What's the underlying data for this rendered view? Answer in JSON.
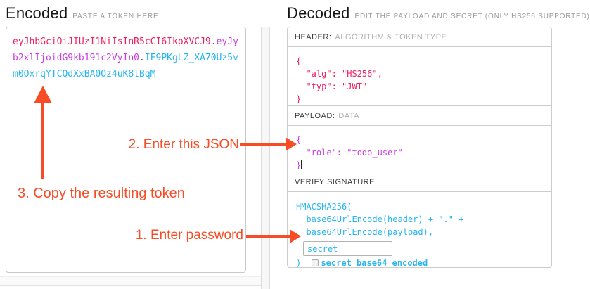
{
  "encoded": {
    "title": "Encoded",
    "subtitle": "PASTE A TOKEN HERE",
    "token": {
      "header_part": "eyJhbGciOiJIUzI1NiIsInR5cCI6IkpXVCJ9",
      "dot1": ".",
      "payload_part": "eyJyb2xlIjoidG9kb191c2VyIn0",
      "dot2": ".",
      "signature_part": "IF9PKgLZ_XA70Uz5vm0OxrqYTCQdXxBA0Oz4uK8lBqM"
    }
  },
  "decoded": {
    "title": "Decoded",
    "subtitle": "EDIT THE PAYLOAD AND SECRET (ONLY HS256 SUPPORTED)",
    "sections": {
      "header": {
        "label": "HEADER:",
        "sublabel": "ALGORITHM & TOKEN TYPE",
        "code_lines": [
          "{",
          "  \"alg\": \"HS256\",",
          "  \"typ\": \"JWT\"",
          "}"
        ]
      },
      "payload": {
        "label": "PAYLOAD:",
        "sublabel": "DATA",
        "code_lines": [
          "{",
          "  \"role\": \"todo_user\"",
          "}"
        ]
      },
      "signature": {
        "label": "VERIFY SIGNATURE",
        "code_lines": [
          "HMACSHA256(",
          "  base64UrlEncode(header) + \".\" +",
          "  base64UrlEncode(payload),"
        ],
        "secret_value": "secret",
        "closing_paren": ") ",
        "checkbox_label": "secret base64 encoded"
      }
    }
  },
  "annotations": {
    "step1": "1. Enter password",
    "step2": "2. Enter this JSON",
    "step3": "3. Copy the resulting token"
  },
  "colors": {
    "token_header": "#f01e5e",
    "token_payload": "#c93ce0",
    "token_signature": "#27b5f0",
    "annotation": "#f74c25"
  }
}
